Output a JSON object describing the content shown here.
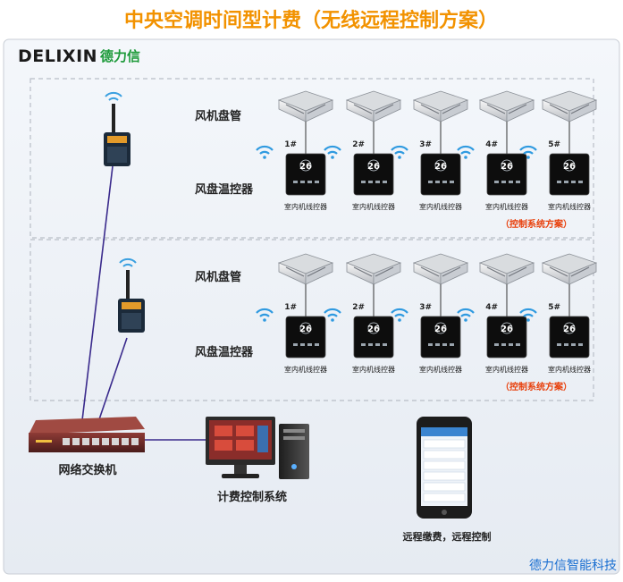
{
  "title": "中央空调时间型计费（无线远程控制方案）",
  "brand": {
    "logo_text": "DELIXIN",
    "name_cn": "德力信"
  },
  "colors": {
    "title": "#f29200",
    "plan_label": "#e8400c",
    "watermark": "#1a6fd1",
    "wire": "#3a2a8c"
  },
  "groups": [
    {
      "fan_coil_label": "风机盘管",
      "controller_label": "风盘温控器",
      "plan_label": "（控制系统方案）",
      "units": [
        {
          "number": "1#",
          "panel_label": "室内机线控器",
          "display": "26"
        },
        {
          "number": "2#",
          "panel_label": "室内机线控器",
          "display": "26"
        },
        {
          "number": "3#",
          "panel_label": "室内机线控器",
          "display": "26"
        },
        {
          "number": "4#",
          "panel_label": "室内机线控器",
          "display": "26"
        },
        {
          "number": "5#",
          "panel_label": "室内机线控器",
          "display": "26"
        }
      ]
    },
    {
      "fan_coil_label": "风机盘管",
      "controller_label": "风盘温控器",
      "plan_label": "（控制系统方案）",
      "units": [
        {
          "number": "1#",
          "panel_label": "室内机线控器",
          "display": "26"
        },
        {
          "number": "2#",
          "panel_label": "室内机线控器",
          "display": "26"
        },
        {
          "number": "3#",
          "panel_label": "室内机线控器",
          "display": "26"
        },
        {
          "number": "4#",
          "panel_label": "室内机线控器",
          "display": "26"
        },
        {
          "number": "5#",
          "panel_label": "室内机线控器",
          "display": "26"
        }
      ]
    }
  ],
  "switch_label": "网络交换机",
  "billing_label": "计费控制系统",
  "remote_label": "远程缴费，远程控制",
  "watermark": "德力信智能科技"
}
